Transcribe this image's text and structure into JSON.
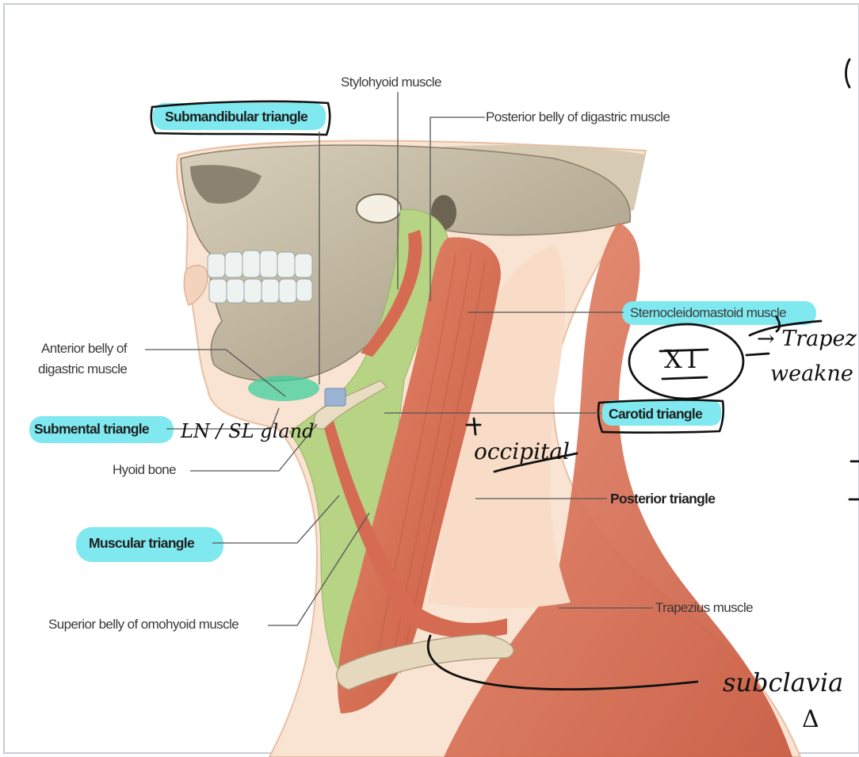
{
  "labels": {
    "stylohyoid": "Stylohyoid muscle",
    "submandibular": "Submandibular triangle",
    "posterior_digastric": "Posterior belly of digastric muscle",
    "scm": "Sternocleidomastoid muscle",
    "anterior_digastric_1": "Anterior belly of",
    "anterior_digastric_2": "digastric muscle",
    "submental": "Submental triangle",
    "carotid": "Carotid triangle",
    "hyoid": "Hyoid bone",
    "posterior_triangle": "Posterior triangle",
    "muscular": "Muscular triangle",
    "trapezius": "Trapezius muscle",
    "omohyoid": "Superior belly of omohyoid muscle"
  },
  "annotations": {
    "nerve": "XI",
    "nerve_note_1": "→ Trapez",
    "nerve_note_2": "weakne",
    "gland": "LN / SL gland",
    "occipital": "occipital",
    "subclavian": "subclavia",
    "delta": "Δ"
  },
  "colors": {
    "highlight": "#7fe9ef",
    "muscle": "#d9725a",
    "triangle_green": "#b7d384",
    "skin": "#f8e0cd",
    "skull": "#c9c0a8"
  }
}
